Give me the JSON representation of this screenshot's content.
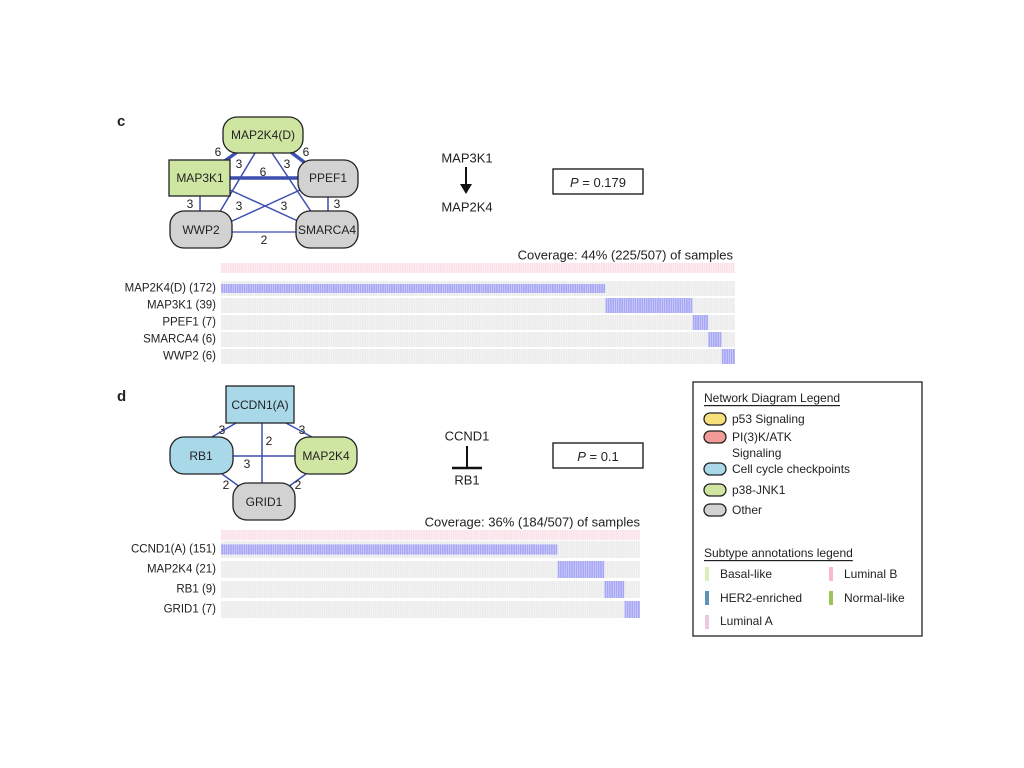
{
  "colors": {
    "p38_jnk1": "#cfe6a3",
    "cell_cycle": "#a9d9e8",
    "other": "#d2d2d2",
    "p53": "#f5e07a",
    "pi3k": "#f29a96",
    "edge": "#3c4fb0",
    "alteration": "#a7a7f5",
    "cooccur": "#f2c26b",
    "background_cell": "#ececec",
    "basal": "#d9eeb8",
    "her2": "#5b93b5",
    "luminal_a": "#ecc9e3",
    "luminal_b": "#f7bccb",
    "normal": "#9cc45a"
  },
  "panel_c": {
    "label": "c",
    "nodes": {
      "map2k4": "MAP2K4(D)",
      "map3k1": "MAP3K1",
      "ppef1": "PPEF1",
      "wwp2": "WWP2",
      "smarca4": "SMARCA4"
    },
    "edge_weights": {
      "map2k4_map3k1": "6",
      "map2k4_ppef1": "6",
      "map3k1_ppef1": "6",
      "map2k4_wwp2": "3",
      "map2k4_smarca4": "3",
      "map3k1_wwp2": "3",
      "map3k1_smarca4": "3",
      "ppef1_wwp2": "3",
      "ppef1_smarca4": "3",
      "wwp2_smarca4": "2"
    },
    "relation": {
      "from": "MAP3K1",
      "to": "MAP2K4",
      "type": "activation"
    },
    "p_value": "= 0.179",
    "p_label": "P",
    "coverage": "Coverage: 44%  (225/507) of samples",
    "rows": [
      {
        "label": "MAP2K4(D) (172)",
        "count": 172
      },
      {
        "label": "MAP3K1 (39)",
        "count": 39
      },
      {
        "label": "PPEF1 (7)",
        "count": 7
      },
      {
        "label": "SMARCA4 (6)",
        "count": 6
      },
      {
        "label": "WWP2 (6)",
        "count": 6
      }
    ]
  },
  "panel_d": {
    "label": "d",
    "nodes": {
      "ccnd1": "CCDN1(A)",
      "rb1": "RB1",
      "map2k4": "MAP2K4",
      "grid1": "GRID1"
    },
    "edge_weights": {
      "ccnd1_rb1": "3",
      "ccnd1_map2k4": "3",
      "ccnd1_grid1": "2",
      "rb1_map2k4": "3",
      "rb1_grid1": "2",
      "map2k4_grid1": "2"
    },
    "relation": {
      "from": "CCND1",
      "to": "RB1",
      "type": "inhibition"
    },
    "p_value": "= 0.1",
    "p_label": "P",
    "coverage": "Coverage: 36% (184/507) of samples",
    "rows": [
      {
        "label": "CCND1(A) (151)",
        "count": 151
      },
      {
        "label": "MAP2K4 (21)",
        "count": 21
      },
      {
        "label": "RB1 (9)",
        "count": 9
      },
      {
        "label": "GRID1 (7)",
        "count": 7
      }
    ]
  },
  "legend": {
    "network_title": "Network Diagram Legend",
    "network_items": [
      "p53 Signaling",
      "PI(3)K/ATK",
      "Signaling",
      "Cell cycle checkpoints",
      "p38-JNK1",
      "Other"
    ],
    "subtype_title": "Subtype annotations legend",
    "subtype_items": [
      "Basal-like",
      "Luminal B",
      "HER2-enriched",
      "Normal-like",
      "Luminal A"
    ]
  }
}
